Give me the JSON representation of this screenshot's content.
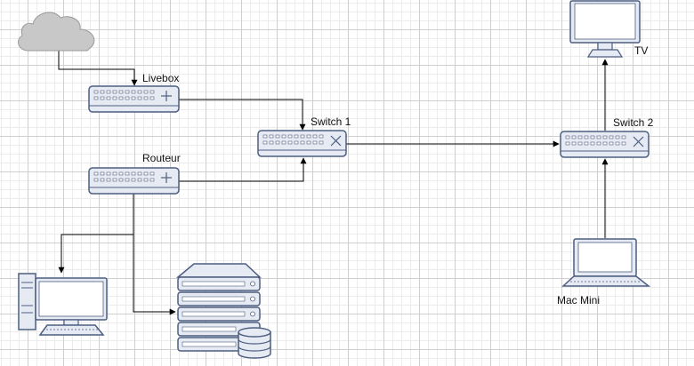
{
  "diagram": {
    "nodes": {
      "internet": {
        "label": ""
      },
      "livebox": {
        "label": "Livebox"
      },
      "routeur": {
        "label": "Routeur"
      },
      "switch1": {
        "label": "Switch 1"
      },
      "switch2": {
        "label": "Switch 2"
      },
      "tv": {
        "label": "TV"
      },
      "mac_mini": {
        "label": "Mac Mini"
      },
      "pc": {
        "label": ""
      },
      "server": {
        "label": ""
      }
    },
    "edges": [
      {
        "from": "internet",
        "to": "livebox"
      },
      {
        "from": "livebox",
        "to": "switch1"
      },
      {
        "from": "routeur",
        "to": "switch1"
      },
      {
        "from": "switch1",
        "to": "switch2"
      },
      {
        "from": "switch2",
        "to": "tv"
      },
      {
        "from": "mac_mini",
        "to": "switch2"
      },
      {
        "from": "routeur",
        "to": "pc"
      },
      {
        "from": "routeur",
        "to": "server"
      }
    ]
  },
  "colors": {
    "device_fill": "#e6eaf3",
    "device_stroke": "#4d5e80",
    "icon_fill": "#ffffff",
    "cloud_fill": "#c8c8c8",
    "cloud_stroke": "#9a9a9a",
    "line": "#000000"
  }
}
